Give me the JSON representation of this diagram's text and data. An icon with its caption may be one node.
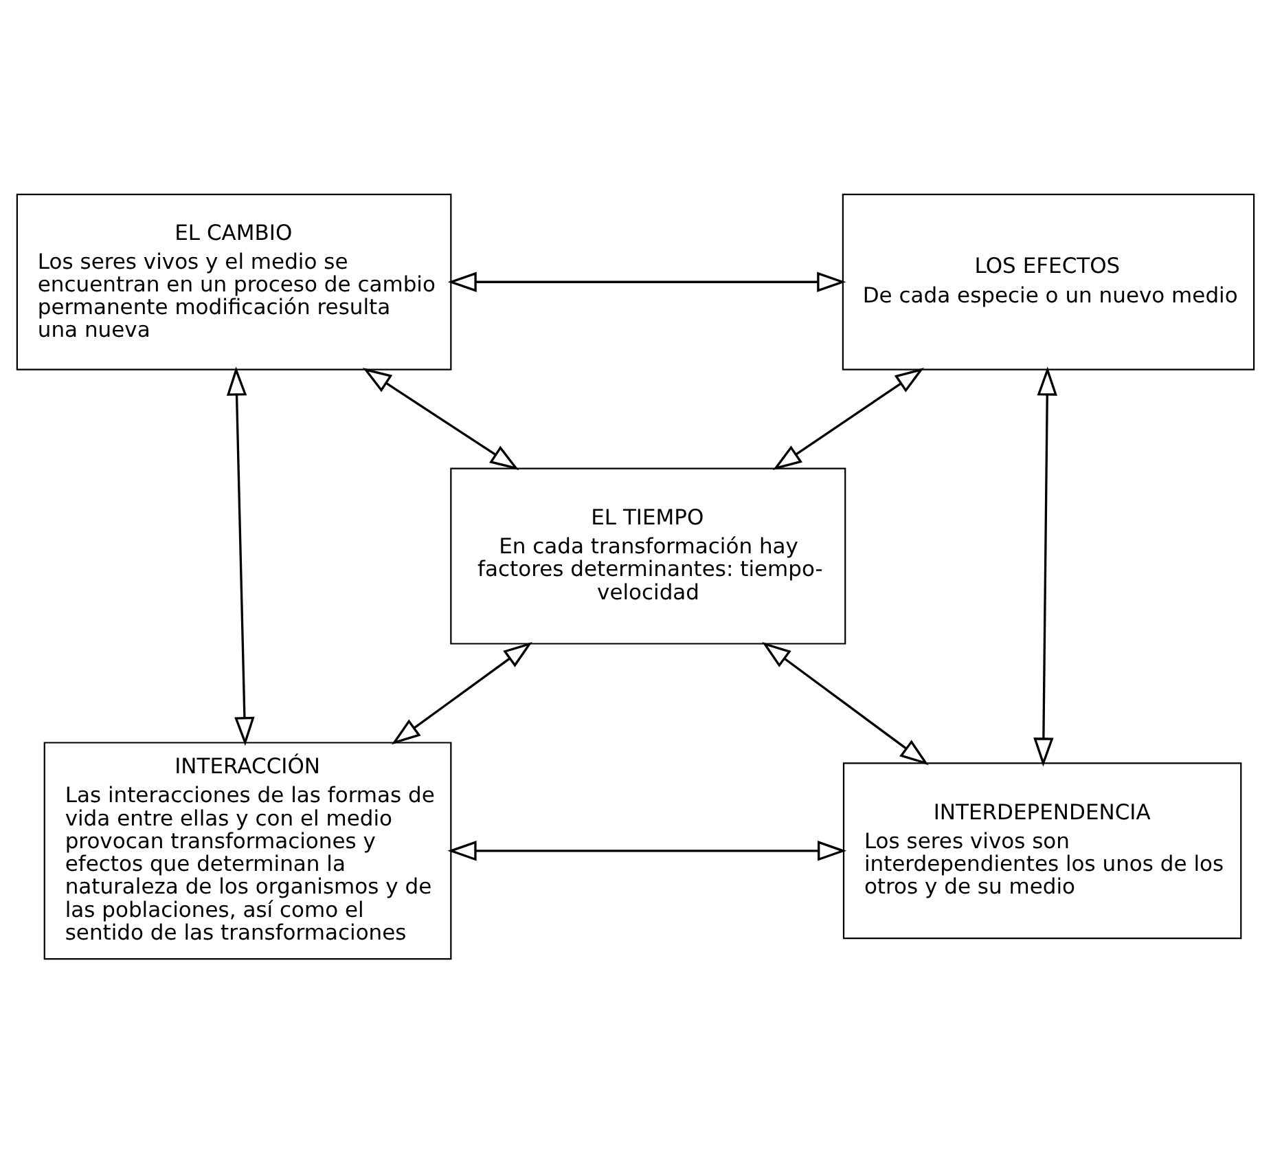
{
  "diagram": {
    "nodes": [
      {
        "text": [
          "EL CAMBIO",
          "Los seres vivos y el medio se encuentran en un proceso de cambio permanente modificación resulta una nueva"
        ]
      },
      {
        "text": [
          "LOS EFECTOS",
          "De cada especie o un nuevo medio"
        ]
      },
      {
        "text": [
          "EL TIEMPO",
          "En cada transformación hay factores determinantes: tiempo-velocidad"
        ]
      },
      {
        "text": [
          "INTERACCIÓN",
          "Las interacciones de las formas de vida entre ellas y con el medio provocan transformaciones y efectos que determinan la naturaleza de los organismos y de las poblaciones, así como el sentido de las transformaciones"
        ]
      },
      {
        "text": [
          "INTERDEPENDENCIA",
          "Los seres vivos son interdependientes los unos de los otros y de su medio"
        ]
      }
    ],
    "edges": [
      {
        "from": 0,
        "to": 1,
        "arrow": "both"
      },
      {
        "from": 0,
        "to": 2,
        "arrow": "both"
      },
      {
        "from": 1,
        "to": 2,
        "arrow": "both"
      },
      {
        "from": 0,
        "to": 3,
        "arrow": "both"
      },
      {
        "from": 1,
        "to": 4,
        "arrow": "both"
      },
      {
        "from": 2,
        "to": 3,
        "arrow": "both"
      },
      {
        "from": 2,
        "to": 4,
        "arrow": "both"
      },
      {
        "from": 3,
        "to": 4,
        "arrow": "both"
      }
    ]
  }
}
